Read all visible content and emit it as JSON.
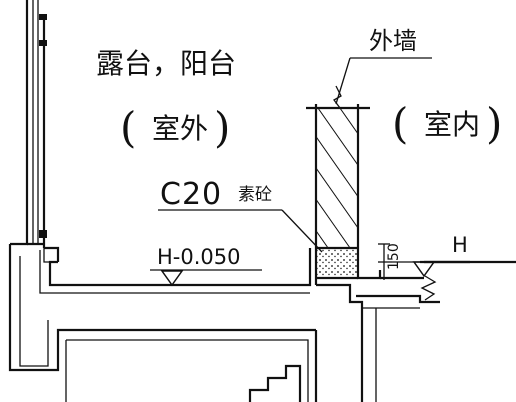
{
  "labels": {
    "exterior_area": "露台，阳台",
    "exterior_paren_open": "(",
    "exterior_word": "室外",
    "exterior_paren_close": ")",
    "outer_wall": "外墙",
    "interior_paren_open": "(",
    "interior_word": "室内",
    "interior_paren_close": ")",
    "concrete_grade": "C20",
    "concrete_type": "素砼",
    "exterior_elevation": "H-0.050",
    "interior_elevation": "H",
    "step_dimension": "150"
  },
  "colors": {
    "line": "#111111",
    "background": "#ffffff"
  }
}
